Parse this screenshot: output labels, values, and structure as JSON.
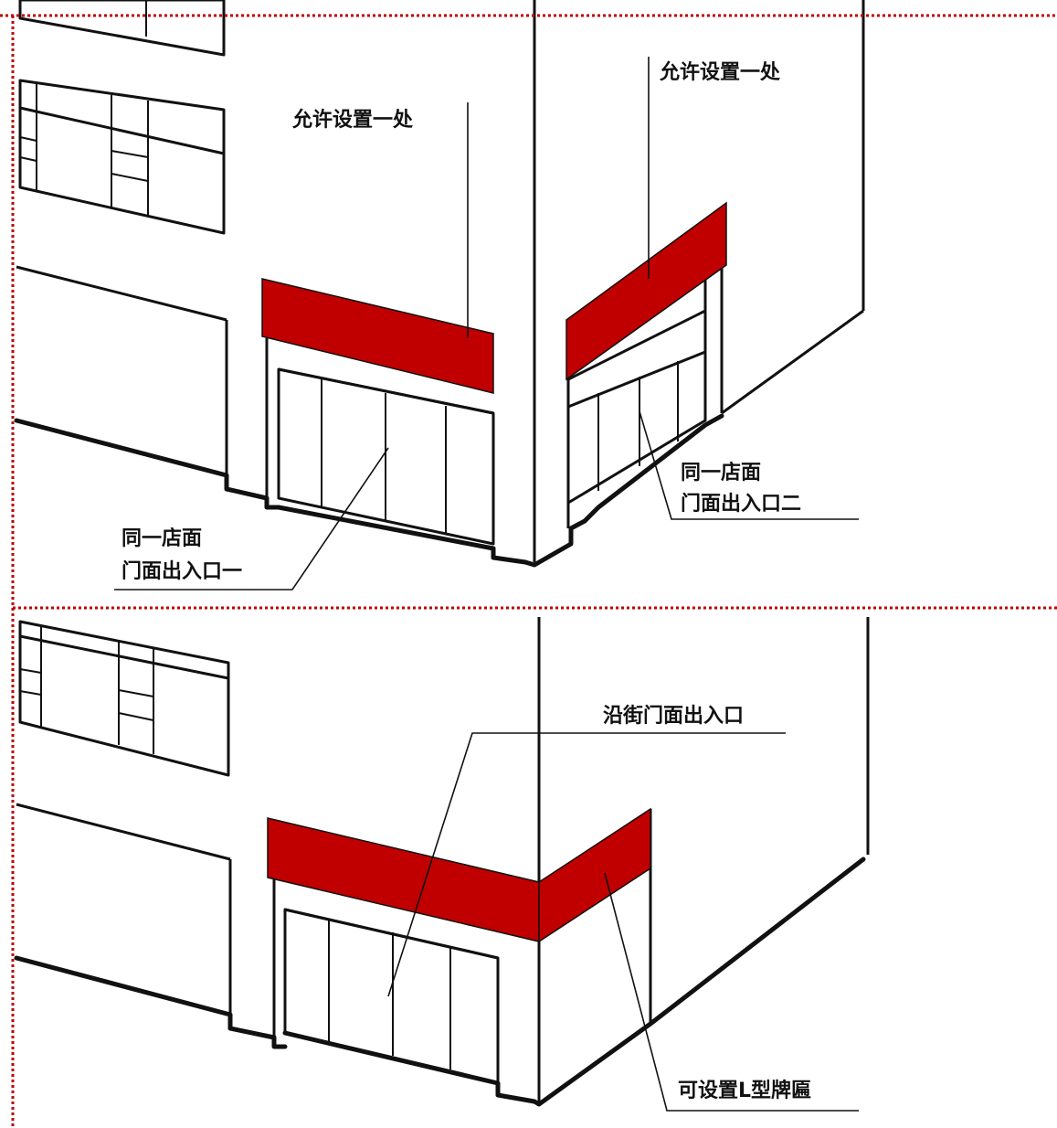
{
  "colors": {
    "signboard": "#c00000",
    "frame_border": "#c00000",
    "line": "#111111",
    "background": "#ffffff"
  },
  "top_panel": {
    "label_left_sign": "允许设置一处",
    "label_right_sign": "允许设置一处",
    "label_entrance_one": [
      "同一店面",
      "门面出入口一"
    ],
    "label_entrance_two": [
      "同一店面",
      "门面出入口二"
    ]
  },
  "bottom_panel": {
    "label_street_entrance": "沿街门面出入口",
    "label_l_sign": "可设置L型牌匾"
  }
}
